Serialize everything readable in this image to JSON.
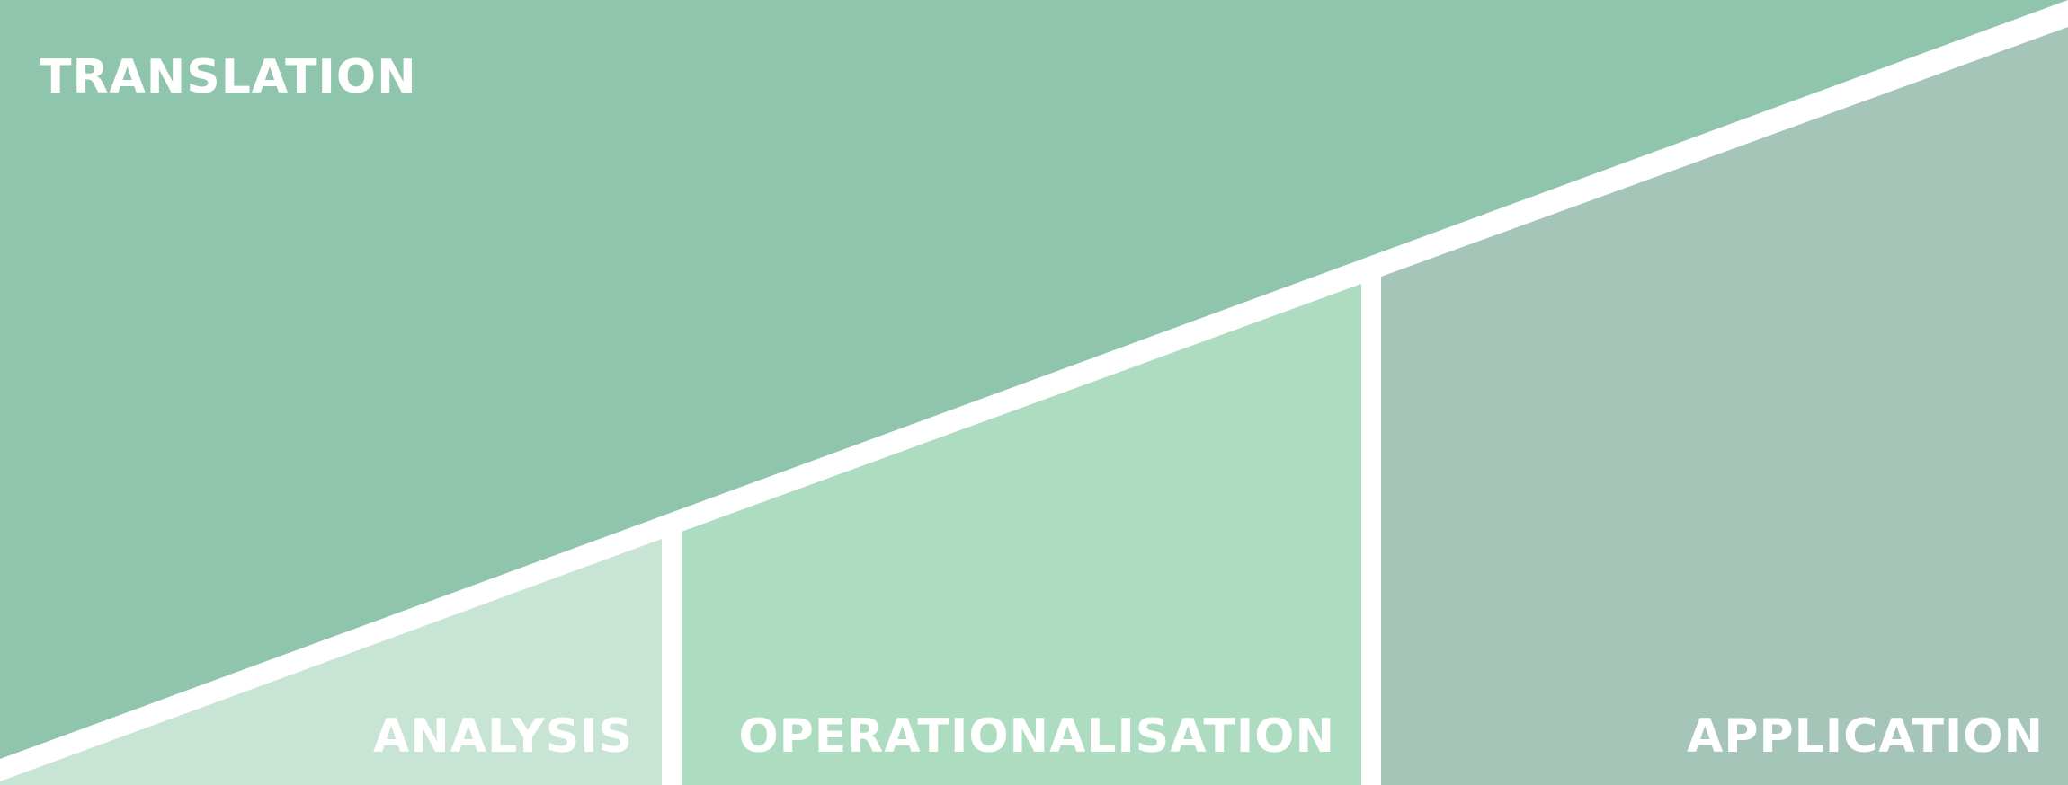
{
  "diagram": {
    "title_label": "TRANSLATION",
    "stages": [
      {
        "label": "ANALYSIS"
      },
      {
        "label": "OPERATIONALISATION"
      },
      {
        "label": "APPLICATION"
      }
    ]
  },
  "colors": {
    "translation": "#90c5ad",
    "analysis": "#c8e4d4",
    "operationalisation": "#addcc1",
    "application": "#a6c5b9",
    "separator": "#ffffff",
    "text": "#ffffff"
  }
}
